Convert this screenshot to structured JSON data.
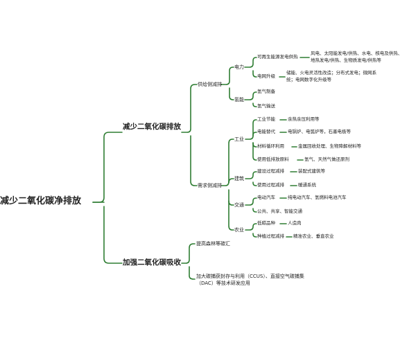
{
  "colors": {
    "edge": "#2e7d32"
  },
  "mindmap": {
    "root": "减少二氧化碳净排放",
    "branches": [
      {
        "label": "减少二氧化碳排放",
        "children": [
          {
            "label": "供给侧减排",
            "children": [
              {
                "label": "电力",
                "children": [
                  {
                    "label": "可再生能源发电供热",
                    "detail": [
                      "风电、太阳能发电/供热、水电、核电及供热、",
                      "地热发电/供热、生物质发电/供热等"
                    ]
                  },
                  {
                    "label": "电网升级",
                    "detail": [
                      "储能、火电灵活性改造；分布式发电；微网系",
                      "统；电网数字化升级等"
                    ]
                  }
                ]
              },
              {
                "label": "氢能",
                "children": [
                  {
                    "label": "氢气制备"
                  },
                  {
                    "label": "氢气输送"
                  }
                ]
              }
            ]
          },
          {
            "label": "需求侧减排",
            "children": [
              {
                "label": "工业",
                "children": [
                  {
                    "label": "工业节能",
                    "detail": [
                      "余热余压利用等"
                    ]
                  },
                  {
                    "label": "电能替代",
                    "detail": [
                      "电锅炉、电弧炉等，石墨电极等"
                    ]
                  },
                  {
                    "label": "材料循环利用",
                    "detail": [
                      "金属回收处理、生物降解材料等"
                    ]
                  },
                  {
                    "label": "使用低排放原料",
                    "detail": [
                      "氢气、天然气做还原剂"
                    ]
                  }
                ]
              },
              {
                "label": "建筑",
                "children": [
                  {
                    "label": "建设过程减排",
                    "detail": [
                      "装配式建筑等"
                    ]
                  },
                  {
                    "label": "使用过程减排",
                    "detail": [
                      "暖通系统"
                    ]
                  }
                ]
              },
              {
                "label": "交通",
                "children": [
                  {
                    "label": "电动汽车",
                    "detail": [
                      "纯电动汽车、氢燃料电池汽车"
                    ]
                  },
                  {
                    "label": "公共、共享、智能交通"
                  }
                ]
              },
              {
                "label": "农业",
                "children": [
                  {
                    "label": "低碳品种",
                    "detail": [
                      "人造肉"
                    ]
                  },
                  {
                    "label": "种植过程减排",
                    "detail": [
                      "精准农业、垂直农业"
                    ]
                  }
                ]
              }
            ]
          }
        ]
      },
      {
        "label": "加强二氧化碳吸收",
        "children": [
          {
            "label": "提高森林等碳汇"
          },
          {
            "label": "加大碳捕获封存与利用（CCUS）、直接空气碳捕集（DAC）等技术研发应用"
          }
        ]
      }
    ]
  }
}
